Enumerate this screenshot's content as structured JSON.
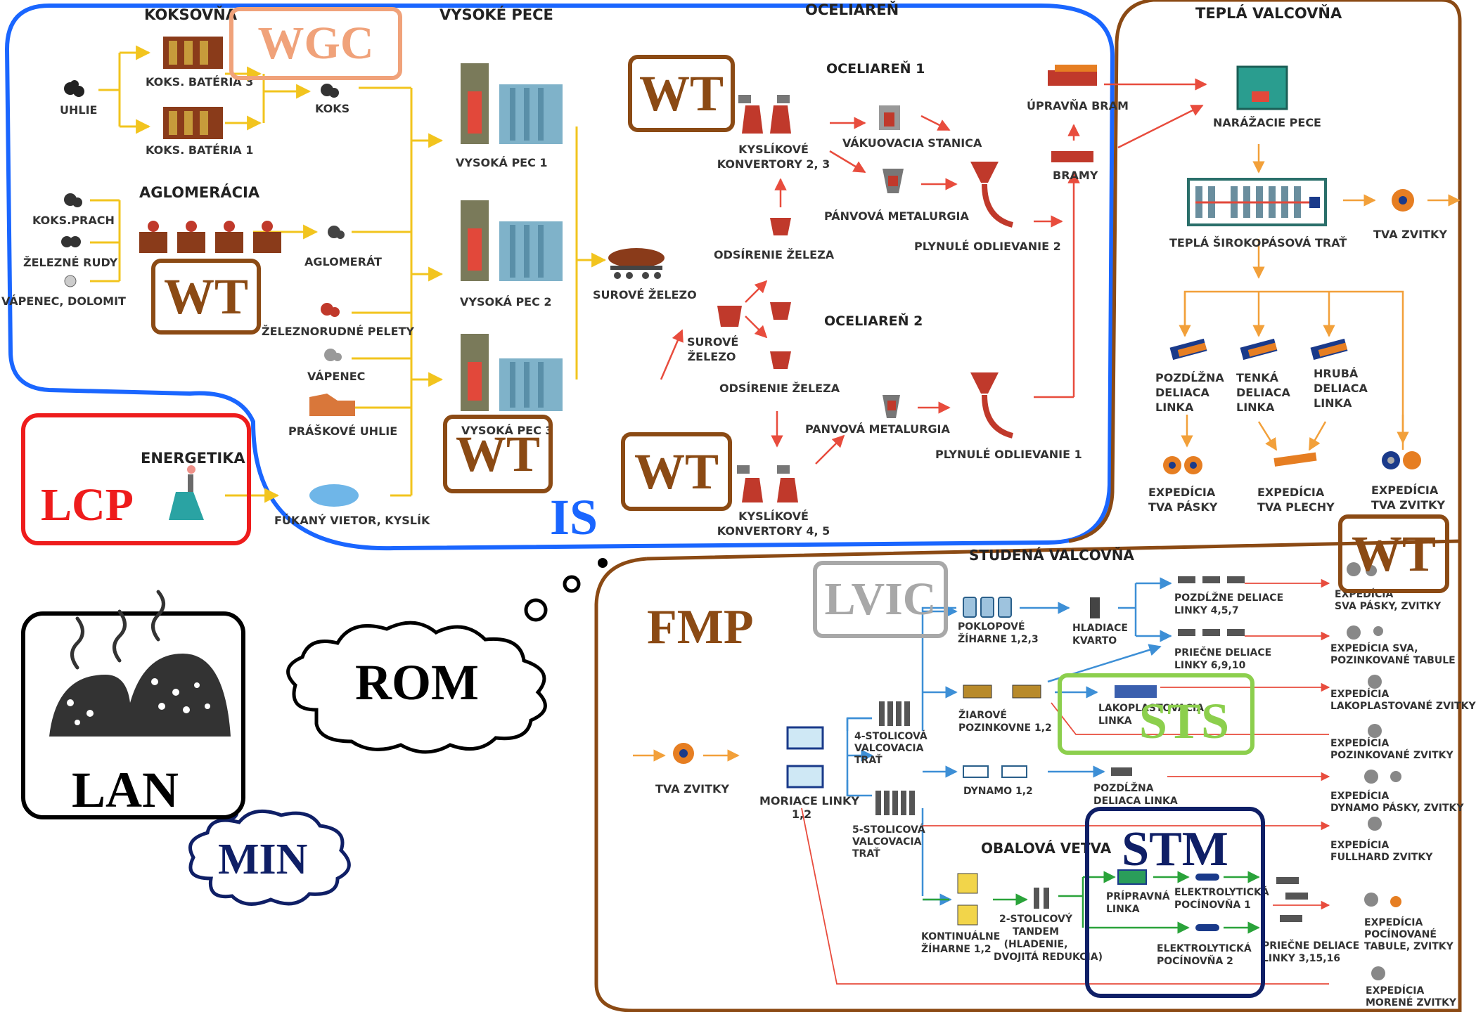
{
  "colors": {
    "is_region": "#1a66ff",
    "fmp_region": "#8b4a14",
    "wt": "#8b4a14",
    "wgc": "#f0a27a",
    "lcp": "#ee1c1c",
    "lvic": "#a8a8a8",
    "sts": "#8ccf4d",
    "stm": "#0f1f66",
    "yellow_flow": "#f2c41e",
    "red_flow": "#e84c3d",
    "orange_flow": "#f2a03a",
    "blue_flow": "#3d8fd6",
    "green_flow": "#2aa33a"
  },
  "sections": {
    "koksovna": "KOKSOVŇA",
    "vysoke_pece": "VYSOKÉ PECE",
    "ocelaren": "OCELIAREŇ",
    "tepla_valcovna": "TEPLÁ VALCOVŇA",
    "aglomeracia": "AGLOMERÁCIA",
    "energetika": "ENERGETIKA",
    "oceliaren1": "OCELIAREŇ 1",
    "oceliaren2": "OCELIAREŇ 2",
    "studena_valcovna": "STUDENÁ VALCOVŇA",
    "obalova_vetva": "OBALOVÁ VETVA"
  },
  "labels": {
    "uhlie": "UHLIE",
    "koks_bateria_3": "KOKS. BATÉRIA 3",
    "koks_bateria_1": "KOKS. BATÉRIA 1",
    "koks": "KOKS",
    "koks_prach": "KOKS.PRACH",
    "zelezne_rudy": "ŽELEZNÉ RUDY",
    "vapenec_dolomit": "VÁPENEC, DOLOMIT",
    "aglomerat": "AGLOMERÁT",
    "zeleznorudne_pelety": "ŽELEZNORUDNÉ PELETY",
    "vapenec": "VÁPENEC",
    "praskove_uhlie": "PRÁŠKOVÉ UHLIE",
    "fukany_vietor": "FÚKANÝ VIETOR, KYSLÍK",
    "vysoka_pec_1": "VYSOKÁ PEC 1",
    "vysoka_pec_2": "VYSOKÁ PEC 2",
    "vysoka_pec_3": "VYSOKÁ PEC 3",
    "surove_zelezo_1": "SUROVÉ ŽELEZO",
    "kyslikove_konv_23_a": "KYSLÍKOVÉ",
    "kyslikove_konv_23_b": "KONVERTORY 2, 3",
    "vakuovacia_stanica": "VÁKUOVACIA STANICA",
    "panvova_metalurgia_1": "PÁNVOVÁ METALURGIA",
    "plynule_odlievanie_2": "PLYNULÉ  ODLIEVANIE 2",
    "odsirenie_zeleza_1": "ODSÍRENIE ŽELEZA",
    "upravna_bram": "ÚPRAVŇA BRAM",
    "bramy": "BRAMY",
    "surove_zelezo_2a": "SUROVÉ",
    "surove_zelezo_2b": "ŽELEZO",
    "odsirenie_zeleza_2": "ODSÍRENIE ŽELEZA",
    "panvova_metalurgia_2": "PANVOVÁ METALURGIA",
    "plynule_odlievanie_1": "PLYNULÉ  ODLIEVANIE 1",
    "kyslikove_konv_45_a": "KYSLÍKOVÉ",
    "kyslikove_konv_45_b": "KONVERTORY 4, 5",
    "narazacie_pece": "NARÁŽACIE PECE",
    "tepla_sirokopasova_trat": "TEPLÁ ŠIROKOPÁSOVÁ TRAŤ",
    "tva_zvitky_1": "TVA ZVITKY",
    "pozdlzna_deliaca_1": "POZDĹŽNA",
    "pozdlzna_deliaca_2": "DELIACA",
    "pozdlzna_deliaca_3": "LINKA",
    "tenka_deliaca_1": "TENKÁ",
    "tenka_deliaca_2": "DELIACA",
    "tenka_deliaca_3": "LINKA",
    "hruba_deliaca_1": "HRUBÁ",
    "hruba_deliaca_2": "DELIACA",
    "hruba_deliaca_3": "LINKA",
    "exp_tva_pasky_1": "EXPEDÍCIA",
    "exp_tva_pasky_2": "TVA PÁSKY",
    "exp_tva_plechy_1": "EXPEDÍCIA",
    "exp_tva_plechy_2": "TVA PLECHY",
    "exp_tva_zvitky_1": "EXPEDÍCIA",
    "exp_tva_zvitky_2": "TVA ZVITKY",
    "tva_zvitky_2": "TVA ZVITKY",
    "moriace_linky_1": "MORIACE LINKY",
    "moriace_linky_2": "1,2",
    "stolicova4_1": "4-STOLICOVÁ",
    "stolicova4_2": "VALCOVACIA",
    "stolicova4_3": "TRAŤ",
    "stolicova5_1": "5-STOLICOVÁ",
    "stolicova5_2": "VALCOVACIA",
    "stolicova5_3": "TRAŤ",
    "poklopove_1": "POKLOPOVÉ",
    "poklopove_2": "ŽÍHARNE 1,2,3",
    "hladiace_1": "HLADIACE",
    "hladiace_2": "KVARTO",
    "pozdlzne_457_1": "POZDĹŽNE DELIACE",
    "pozdlzne_457_2": "LINKY 4,5,7",
    "priecne_6910_1": "PRIEČNE DELIACE",
    "priecne_6910_2": "LINKY 6,9,10",
    "exp_sva_pasky_1": "EXPEDÍCIA",
    "exp_sva_pasky_2": "SVA PÁSKY, ZVITKY",
    "exp_sva_tabule_1": "EXPEDÍCIA SVA,",
    "exp_sva_tabule_2": "POZINKOVANÉ TABULE",
    "ziarove_1": "ŽIAROVÉ",
    "ziarove_2": "POZINKOVNE 1,2",
    "lakoplast_1": "LAKOPLASTOVACIA",
    "lakoplast_2": "LINKA",
    "exp_lak_1": "EXPEDÍCIA",
    "exp_lak_2": "LAKOPLASTOVANÉ ZVITKY",
    "exp_poz_1": "EXPEDÍCIA",
    "exp_poz_2": "POZINKOVANÉ  ZVITKY",
    "dynamo": "DYNAMO 1,2",
    "pozdlzna_dl_1": "POZDĹŽNA",
    "pozdlzna_dl_2": "DELIACA LINKA",
    "exp_dyn_1": "EXPEDÍCIA",
    "exp_dyn_2": "DYNAMO PÁSKY,  ZVITKY",
    "exp_full_1": "EXPEDÍCIA",
    "exp_full_2": "FULLHARD  ZVITKY",
    "kontinualne_1": "KONTINUÁLNE",
    "kontinualne_2": "ŽÍHARNE 1,2",
    "tandem_1": "2-STOLICOVÝ",
    "tandem_2": "TANDEM",
    "tandem_3": "(HLADENIE,",
    "tandem_4": "DVOJITÁ REDUKCIA)",
    "pripravna_1": "PRÍPRAVNÁ",
    "pripravna_2": "LINKA",
    "elektro1_1": "ELEKTROLYTICKÁ",
    "elektro1_2": "POCÍNOVŇA 1",
    "elektro2_1": "ELEKTROLYTICKÁ",
    "elektro2_2": "POCÍNOVŇA 2",
    "priecne_31516_1": "PRIEČNE DELIACE",
    "priecne_31516_2": "LINKY 3,15,16",
    "exp_pocin_1": "EXPEDÍCIA",
    "exp_pocin_2": "POCÍNOVANÉ",
    "exp_pocin_3": "TABULE,  ZVITKY",
    "exp_moren_1": "EXPEDÍCIA",
    "exp_moren_2": "MORENÉ  ZVITKY"
  },
  "tags": {
    "wgc": "WGC",
    "wt": "WT",
    "is": "IS",
    "lcp": "LCP",
    "fmp": "FMP",
    "lvic": "LVIC",
    "sts": "STS",
    "stm": "STM",
    "rom": "ROM",
    "lan": "LAN",
    "min": "MIN"
  },
  "icons": [
    "coal-icon",
    "coke-battery-icon",
    "sinter-machine-icon",
    "blast-furnace-icon",
    "torpedo-car-icon",
    "converter-icon",
    "ladle-icon",
    "vacuum-station-icon",
    "continuous-caster-icon",
    "slab-icon",
    "reheating-furnace-icon",
    "hot-strip-mill-icon",
    "coil-icon",
    "slitting-line-icon",
    "pickling-tank-icon",
    "rolling-mill-icon",
    "annealing-furnace-icon",
    "galvanizing-line-icon",
    "dynamo-line-icon",
    "tinning-line-icon",
    "energy-plant-icon",
    "landfill-icon"
  ]
}
